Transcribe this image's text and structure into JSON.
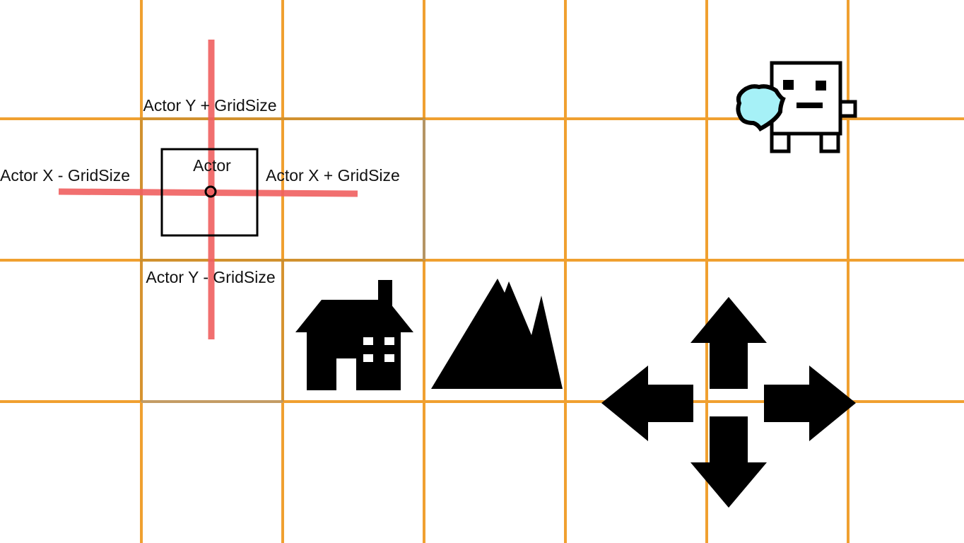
{
  "colors": {
    "background": "#ffffff",
    "grid_line": "#f0a030",
    "grid_line_dark": "#c98a28",
    "axis_line": "#f06060",
    "ink": "#000000",
    "shield_fill": "#a6f1f7"
  },
  "labels": {
    "actor": "Actor",
    "y_plus": "Actor Y + GridSize",
    "y_minus": "Actor Y - GridSize",
    "x_minus": "Actor X - GridSize",
    "x_plus": "Actor X + GridSize"
  },
  "icons": [
    "robot-icon",
    "shield-icon",
    "house-icon",
    "mountain-icon",
    "move-arrows-icon"
  ]
}
